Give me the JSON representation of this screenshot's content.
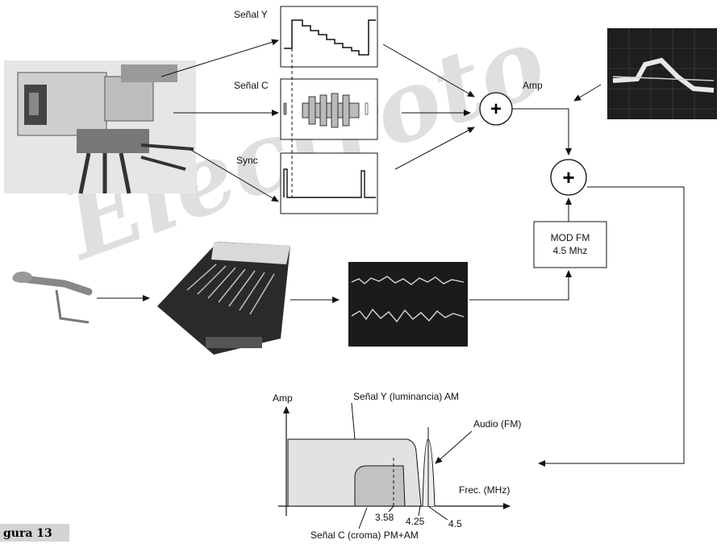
{
  "watermark": "Electroto",
  "figure_caption": "gura 13",
  "signals": {
    "y_label": "Señal Y",
    "c_label": "Señal C",
    "sync_label": "Sync"
  },
  "adders": {
    "symbol": "+"
  },
  "amp_label": "Amp",
  "modulator": {
    "line1": "MOD FM",
    "line2": "4.5 Mhz"
  },
  "spectrum": {
    "amp_axis": "Amp",
    "freq_axis": "Frec. (MHz)",
    "luma_label": "Señal Y (luminancia) AM",
    "audio_label": "Audio (FM)",
    "chroma_label": "Señal C (croma) PM+AM",
    "ticks": {
      "t358": "3.58",
      "t425": "4.25",
      "t45": "4.5"
    }
  },
  "icons": [
    "video-camera-photo",
    "microphone-photo",
    "audio-mixer-photo",
    "oscilloscope-video-trace",
    "oscilloscope-audio-trace"
  ]
}
